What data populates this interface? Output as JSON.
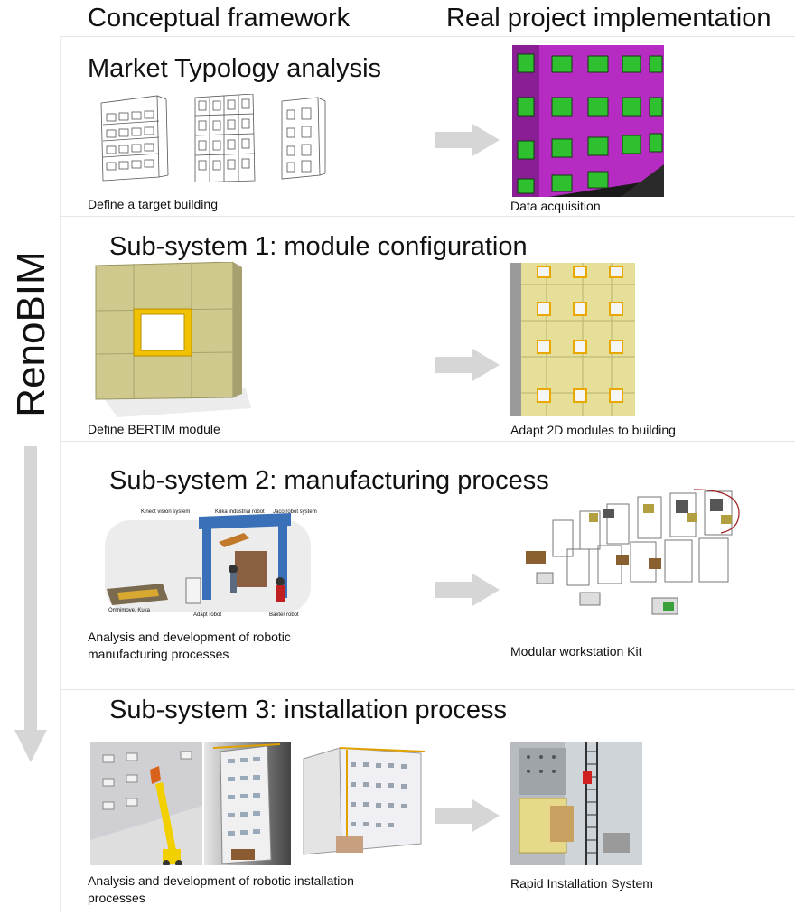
{
  "header": {
    "left_title": "Conceptual framework",
    "right_title": "Real project implementation"
  },
  "side_label": "RenoBIM",
  "sections": [
    {
      "title": "Market Typology analysis",
      "left_caption": "Define a target building",
      "right_caption": "Data acquisition"
    },
    {
      "title": "Sub-system 1:  module configuration",
      "left_caption": "Define BERTIM module",
      "right_caption": "Adapt 2D modules to building"
    },
    {
      "title": "Sub-system 2: manufacturing process",
      "left_caption": "Analysis and development  of robotic manufacturing processes",
      "right_caption": "Modular workstation Kit",
      "left_image_labels": {
        "kinect": "Kinect vision system",
        "kuka": "Kuka industrial robot",
        "jaco": "Jaco robot system",
        "omnimove": "Omnimove, Kuka",
        "adapt": "Adapt robot",
        "baxter": "Baxter robot"
      }
    },
    {
      "title": "Sub-system 3:  installation  process",
      "left_caption": "Analysis and development  of robotic installation processes",
      "right_caption": "Rapid Installation System"
    }
  ],
  "colors": {
    "arrow_gray": "#d6d6d6",
    "panel_beige": "#cfc98e",
    "frame_yellow": "#f0c000",
    "scan_magenta": "#c030c8",
    "scan_green": "#30c030",
    "boom_yellow": "#f2d000"
  }
}
